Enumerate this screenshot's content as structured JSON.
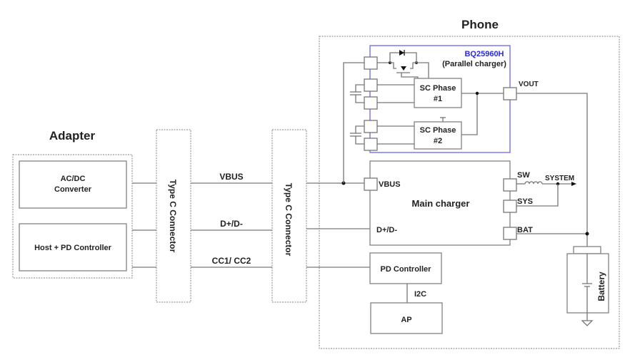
{
  "titles": {
    "adapter": "Adapter",
    "phone": "Phone"
  },
  "adapter": {
    "blocks": [
      {
        "line1": "AC/DC",
        "line2": "Converter"
      },
      {
        "line1": "Host + PD Controller"
      }
    ]
  },
  "connectors": {
    "left": "Type C Connector",
    "right": "Type C Connector"
  },
  "signals": {
    "vbus": "VBUS",
    "data": "D+/D-",
    "cc": "CC1/ CC2"
  },
  "parallel_charger": {
    "part": "BQ25960H",
    "subtitle": "(Parallel charger)",
    "accent_color": "#2a2ae0",
    "phase1": {
      "line1": "SC Phase",
      "line2": "#1"
    },
    "phase2": {
      "line1": "SC Phase",
      "line2": "#2"
    },
    "vout": "VOUT"
  },
  "main_charger": {
    "title": "Main charger",
    "pins": {
      "vbus": "VBUS",
      "data": "D+/D-",
      "sw": "SW",
      "sys": "SYS",
      "bat": "BAT"
    },
    "system_label": "SYSTEM"
  },
  "pd_controller": "PD Controller",
  "i2c": "I2C",
  "ap": "AP",
  "battery": "Battery"
}
